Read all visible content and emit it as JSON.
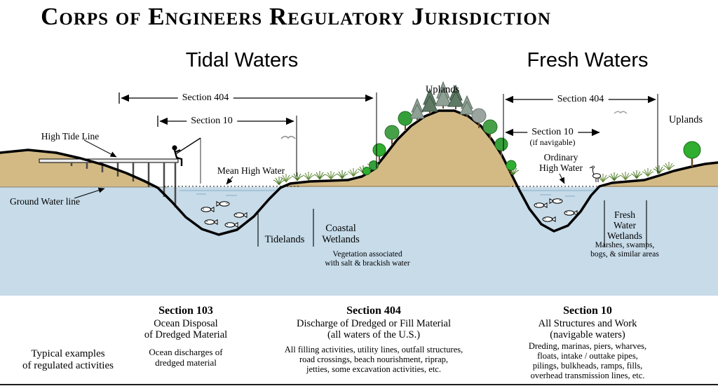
{
  "title": "Corps of Engineers Regulatory Jurisdiction",
  "section_headers": {
    "tidal": "Tidal Waters",
    "fresh": "Fresh Waters"
  },
  "labels": {
    "high_tide_line": "High Tide Line",
    "ground_water_line": "Ground Water line",
    "tidal_section_404": "Section 404",
    "tidal_section_10": "Section 10",
    "mean_high_water": "Mean High Water",
    "uplands_center": "Uplands",
    "uplands_right": "Uplands",
    "tidelands": "Tidelands",
    "coastal_wetlands": "Coastal\nWetlands",
    "coastal_wetlands_note": "Vegetation associated\nwith salt & brackish water",
    "fresh_section_404": "Section 404",
    "fresh_section_10": "Section 10",
    "fresh_section_10_note": "(if navigable)",
    "ordinary_high_water": "Ordinary\nHigh Water",
    "fresh_water_wetlands": "Fresh\nWater\nWetlands",
    "fresh_water_wetlands_note": "Marshes, swamps,\nbogs, & similar areas"
  },
  "footer": {
    "caption": "Typical examples\nof regulated activities",
    "columns": [
      {
        "heading": "Section 103",
        "subheading": "Ocean Disposal\nof Dredged Material",
        "details": "Ocean discharges of\ndredged material"
      },
      {
        "heading": "Section 404",
        "subheading": "Discharge of Dredged or Fill Material\n(all waters of the U.S.)",
        "details": "All filling activities, utility lines, outfall structures,\nroad crossings, beach nourishment, riprap,\njetties, some excavation activities, etc."
      },
      {
        "heading": "Section 10",
        "subheading": "All Structures and Work\n(navigable waters)",
        "details": "Dreding, marinas, piers, wharves,\nfloats, intake / outtake pipes,\npilings, bulkheads, ramps, fills,\noverhead transmission lines, etc."
      }
    ]
  },
  "colors": {
    "land": "#d3ba85",
    "water": "#c7dbe9",
    "outline": "#000000",
    "tree_green": "#2fae2f",
    "conifer_gray": "#8fa095"
  }
}
